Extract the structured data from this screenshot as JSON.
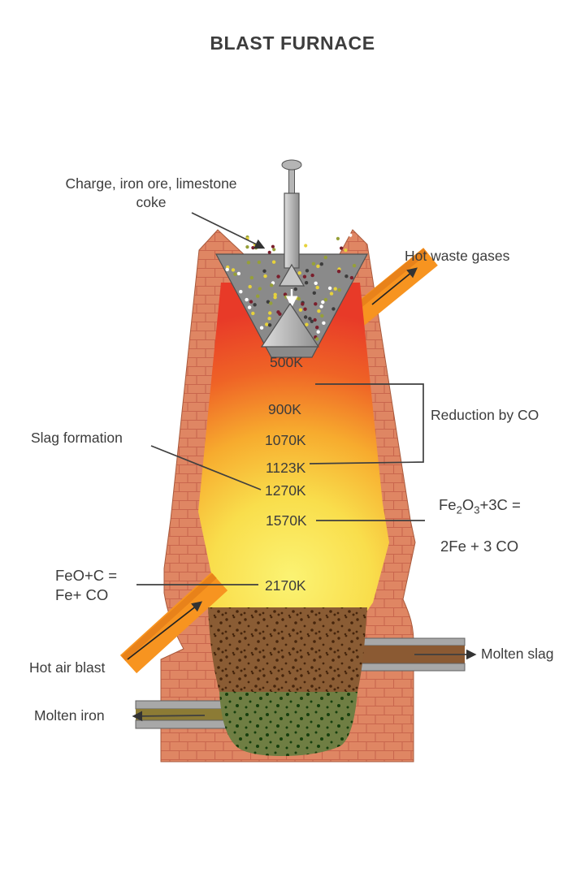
{
  "title": "BLAST FURNACE",
  "annotations": {
    "charge": {
      "line1": "Charge, iron ore, limestone",
      "line2": "coke"
    },
    "hot_waste_gases": "Hot waste gases",
    "reduction_by_co": "Reduction by CO",
    "slag_formation": "Slag formation",
    "equation_right": {
      "fe": "Fe",
      "sub2": "2",
      "o": "O",
      "sub3": "3",
      "tail": "+3C =",
      "line2": "2Fe + 3 CO"
    },
    "equation_left": {
      "line1": "FeO+C =",
      "line2": "Fe+ CO"
    },
    "hot_air_blast": "Hot air blast",
    "molten_slag": "Molten slag",
    "molten_iron": "Molten iron"
  },
  "temperatures": [
    {
      "value": "500K"
    },
    {
      "value": "900K"
    },
    {
      "value": "1070K"
    },
    {
      "value": "1123K"
    },
    {
      "value": "1270K"
    },
    {
      "value": "1570K"
    },
    {
      "value": "2170K"
    }
  ],
  "charge": {
    "dot_colors": [
      "#ffffff",
      "#e6d23c",
      "#7a1e2c",
      "#96a038",
      "#3c3c3c"
    ]
  },
  "colors": {
    "brick": "#DF8663",
    "mortar": "#C9664D",
    "flame_red": "#E83A28",
    "flame_yellow": "#FBF373",
    "pipe_orange": "#F79420",
    "slag_brown": "#8B5A33",
    "iron_olive": "#8C7B35",
    "metal_gray": "#A8A8A8",
    "hopper_gray": "#8A8A8A",
    "molten_slag_pool": "#8A5C34",
    "molten_iron_pool": "#6F7E43",
    "text": "#3C3C3C"
  }
}
